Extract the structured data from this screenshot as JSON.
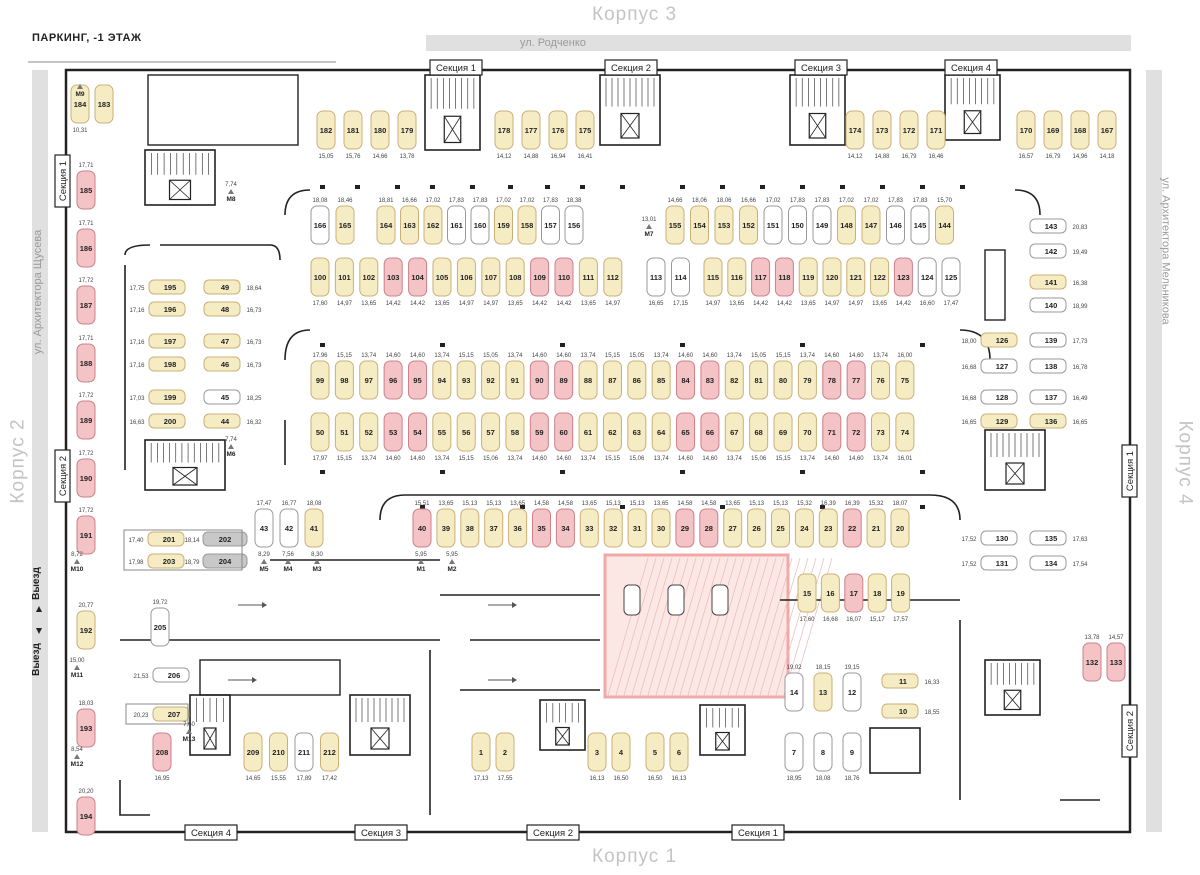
{
  "title": "ПАРКИНГ, -1 ЭТАЖ",
  "buildings": {
    "top": "Корпус 3",
    "bottom": "Корпус 1",
    "left": "Корпус 2",
    "right": "Корпус 4"
  },
  "streets": {
    "top": "ул. Родченко",
    "left": "ул. Архитектора Щусева",
    "right": "ул. Архитектора Мельникова"
  },
  "entry_labels": {
    "exit": "Выезд",
    "entry": "Выезд"
  },
  "sections": [
    "Секция 1",
    "Секция 2",
    "Секция 3",
    "Секция 4",
    "Секция 1",
    "Секция 2",
    "Секция 1",
    "Секция 2",
    "Секция 4",
    "Секция 3",
    "Секция 2",
    "Секция 1"
  ],
  "colors": {
    "standard": "#f6ecc4",
    "standard_stroke": "#c9b078",
    "premium": "#f3c3c6",
    "premium_stroke": "#cc8088",
    "sold": "#ffffff",
    "sold_stroke": "#9a9a9a",
    "dark": "#c8c8c8",
    "wall": "#222222"
  },
  "spots": [
    {
      "n": "184",
      "a": "10,31",
      "s": "std"
    },
    {
      "n": "183",
      "a": "",
      "s": "std"
    },
    {
      "n": "182",
      "a": "15,05",
      "s": "std"
    },
    {
      "n": "181",
      "a": "15,76",
      "s": "std"
    },
    {
      "n": "180",
      "a": "14,66",
      "s": "std"
    },
    {
      "n": "179",
      "a": "13,78",
      "s": "std"
    },
    {
      "n": "178",
      "a": "14,12",
      "s": "std"
    },
    {
      "n": "177",
      "a": "14,88",
      "s": "std"
    },
    {
      "n": "176",
      "a": "16,94",
      "s": "std"
    },
    {
      "n": "175",
      "a": "16,41",
      "s": "std"
    },
    {
      "n": "174",
      "a": "14,12",
      "s": "std"
    },
    {
      "n": "173",
      "a": "14,88",
      "s": "std"
    },
    {
      "n": "172",
      "a": "16,79",
      "s": "std"
    },
    {
      "n": "171",
      "a": "16,46",
      "s": "std"
    },
    {
      "n": "170",
      "a": "16,57",
      "s": "std"
    },
    {
      "n": "169",
      "a": "16,79",
      "s": "std"
    },
    {
      "n": "168",
      "a": "14,96",
      "s": "std"
    },
    {
      "n": "167",
      "a": "14,18",
      "s": "std"
    },
    {
      "n": "185",
      "a": "17,71",
      "s": "prm"
    },
    {
      "n": "186",
      "a": "17,71",
      "s": "prm"
    },
    {
      "n": "187",
      "a": "17,72",
      "s": "prm"
    },
    {
      "n": "188",
      "a": "17,71",
      "s": "prm"
    },
    {
      "n": "189",
      "a": "17,72",
      "s": "prm"
    },
    {
      "n": "190",
      "a": "17,72",
      "s": "prm"
    },
    {
      "n": "191",
      "a": "17,72",
      "s": "prm"
    },
    {
      "n": "192",
      "a": "20,77",
      "s": "std"
    },
    {
      "n": "193",
      "a": "18,03",
      "s": "prm"
    },
    {
      "n": "194",
      "a": "20,20",
      "s": "prm"
    },
    {
      "n": "166",
      "a": "18,08",
      "s": "sold"
    },
    {
      "n": "165",
      "a": "18,46",
      "s": "std"
    },
    {
      "n": "164",
      "a": "18,81",
      "s": "std"
    },
    {
      "n": "163",
      "a": "16,66",
      "s": "std"
    },
    {
      "n": "162",
      "a": "17,02",
      "s": "std"
    },
    {
      "n": "161",
      "a": "17,83",
      "s": "sold"
    },
    {
      "n": "160",
      "a": "17,83",
      "s": "sold"
    },
    {
      "n": "159",
      "a": "17,02",
      "s": "std"
    },
    {
      "n": "158",
      "a": "17,02",
      "s": "std"
    },
    {
      "n": "157",
      "a": "17,83",
      "s": "sold"
    },
    {
      "n": "156",
      "a": "18,38",
      "s": "sold"
    },
    {
      "n": "155",
      "a": "14,66",
      "s": "std"
    },
    {
      "n": "154",
      "a": "18,06",
      "s": "std"
    },
    {
      "n": "153",
      "a": "18,06",
      "s": "std"
    },
    {
      "n": "152",
      "a": "16,66",
      "s": "std"
    },
    {
      "n": "151",
      "a": "17,02",
      "s": "sold"
    },
    {
      "n": "150",
      "a": "17,83",
      "s": "sold"
    },
    {
      "n": "149",
      "a": "17,83",
      "s": "sold"
    },
    {
      "n": "148",
      "a": "17,02",
      "s": "std"
    },
    {
      "n": "147",
      "a": "17,02",
      "s": "std"
    },
    {
      "n": "146",
      "a": "17,83",
      "s": "sold"
    },
    {
      "n": "145",
      "a": "17,83",
      "s": "sold"
    },
    {
      "n": "144",
      "a": "15,70",
      "s": "std"
    },
    {
      "n": "100",
      "a": "17,60",
      "s": "std"
    },
    {
      "n": "101",
      "a": "14,97",
      "s": "std"
    },
    {
      "n": "102",
      "a": "13,65",
      "s": "std"
    },
    {
      "n": "103",
      "a": "14,42",
      "s": "prm"
    },
    {
      "n": "104",
      "a": "14,42",
      "s": "prm"
    },
    {
      "n": "105",
      "a": "13,65",
      "s": "std"
    },
    {
      "n": "106",
      "a": "14,97",
      "s": "std"
    },
    {
      "n": "107",
      "a": "14,97",
      "s": "std"
    },
    {
      "n": "108",
      "a": "13,65",
      "s": "std"
    },
    {
      "n": "109",
      "a": "14,42",
      "s": "prm"
    },
    {
      "n": "110",
      "a": "14,42",
      "s": "prm"
    },
    {
      "n": "111",
      "a": "13,65",
      "s": "std"
    },
    {
      "n": "112",
      "a": "14,97",
      "s": "std"
    },
    {
      "n": "113",
      "a": "16,65",
      "s": "sold"
    },
    {
      "n": "114",
      "a": "17,15",
      "s": "sold"
    },
    {
      "n": "115",
      "a": "14,97",
      "s": "std"
    },
    {
      "n": "116",
      "a": "13,65",
      "s": "std"
    },
    {
      "n": "117",
      "a": "14,42",
      "s": "prm"
    },
    {
      "n": "118",
      "a": "14,42",
      "s": "prm"
    },
    {
      "n": "119",
      "a": "13,65",
      "s": "std"
    },
    {
      "n": "120",
      "a": "14,97",
      "s": "std"
    },
    {
      "n": "121",
      "a": "14,97",
      "s": "std"
    },
    {
      "n": "122",
      "a": "13,65",
      "s": "std"
    },
    {
      "n": "123",
      "a": "14,42",
      "s": "prm"
    },
    {
      "n": "124",
      "a": "16,60",
      "s": "sold"
    },
    {
      "n": "125",
      "a": "17,47",
      "s": "sold"
    },
    {
      "n": "143",
      "a": "20,83",
      "s": "sold"
    },
    {
      "n": "142",
      "a": "19,49",
      "s": "sold"
    },
    {
      "n": "141",
      "a": "16,38",
      "s": "std"
    },
    {
      "n": "140",
      "a": "18,99",
      "s": "sold"
    },
    {
      "n": "195",
      "a": "17,75",
      "s": "std"
    },
    {
      "n": "196",
      "a": "17,16",
      "s": "std"
    },
    {
      "n": "197",
      "a": "17,16",
      "s": "std"
    },
    {
      "n": "198",
      "a": "17,16",
      "s": "std"
    },
    {
      "n": "199",
      "a": "17,03",
      "s": "std"
    },
    {
      "n": "200",
      "a": "16,63",
      "s": "std"
    },
    {
      "n": "49",
      "a": "18,64",
      "s": "std"
    },
    {
      "n": "48",
      "a": "16,73",
      "s": "std"
    },
    {
      "n": "47",
      "a": "16,73",
      "s": "std"
    },
    {
      "n": "46",
      "a": "16,73",
      "s": "std"
    },
    {
      "n": "45",
      "a": "18,25",
      "s": "sold"
    },
    {
      "n": "44",
      "a": "16,32",
      "s": "std"
    },
    {
      "n": "99",
      "a": "17,96",
      "s": "std"
    },
    {
      "n": "98",
      "a": "15,15",
      "s": "std"
    },
    {
      "n": "97",
      "a": "13,74",
      "s": "std"
    },
    {
      "n": "96",
      "a": "14,60",
      "s": "prm"
    },
    {
      "n": "95",
      "a": "14,60",
      "s": "prm"
    },
    {
      "n": "94",
      "a": "13,74",
      "s": "std"
    },
    {
      "n": "93",
      "a": "15,15",
      "s": "std"
    },
    {
      "n": "92",
      "a": "15,05",
      "s": "std"
    },
    {
      "n": "91",
      "a": "13,74",
      "s": "std"
    },
    {
      "n": "90",
      "a": "14,60",
      "s": "prm"
    },
    {
      "n": "89",
      "a": "14,60",
      "s": "prm"
    },
    {
      "n": "88",
      "a": "13,74",
      "s": "std"
    },
    {
      "n": "87",
      "a": "15,15",
      "s": "std"
    },
    {
      "n": "86",
      "a": "15,05",
      "s": "std"
    },
    {
      "n": "85",
      "a": "13,74",
      "s": "std"
    },
    {
      "n": "84",
      "a": "14,60",
      "s": "prm"
    },
    {
      "n": "83",
      "a": "14,60",
      "s": "prm"
    },
    {
      "n": "82",
      "a": "13,74",
      "s": "std"
    },
    {
      "n": "81",
      "a": "15,05",
      "s": "std"
    },
    {
      "n": "80",
      "a": "15,15",
      "s": "std"
    },
    {
      "n": "79",
      "a": "13,74",
      "s": "std"
    },
    {
      "n": "78",
      "a": "14,60",
      "s": "prm"
    },
    {
      "n": "77",
      "a": "14,60",
      "s": "prm"
    },
    {
      "n": "76",
      "a": "13,74",
      "s": "std"
    },
    {
      "n": "75",
      "a": "16,00",
      "s": "std"
    },
    {
      "n": "50",
      "a": "17,97",
      "s": "std"
    },
    {
      "n": "51",
      "a": "15,15",
      "s": "std"
    },
    {
      "n": "52",
      "a": "13,74",
      "s": "std"
    },
    {
      "n": "53",
      "a": "14,60",
      "s": "prm"
    },
    {
      "n": "54",
      "a": "14,60",
      "s": "prm"
    },
    {
      "n": "55",
      "a": "13,74",
      "s": "std"
    },
    {
      "n": "56",
      "a": "15,15",
      "s": "std"
    },
    {
      "n": "57",
      "a": "15,06",
      "s": "std"
    },
    {
      "n": "58",
      "a": "13,74",
      "s": "std"
    },
    {
      "n": "59",
      "a": "14,60",
      "s": "prm"
    },
    {
      "n": "60",
      "a": "14,60",
      "s": "prm"
    },
    {
      "n": "61",
      "a": "13,74",
      "s": "std"
    },
    {
      "n": "62",
      "a": "15,15",
      "s": "std"
    },
    {
      "n": "63",
      "a": "15,06",
      "s": "std"
    },
    {
      "n": "64",
      "a": "13,74",
      "s": "std"
    },
    {
      "n": "65",
      "a": "14,60",
      "s": "prm"
    },
    {
      "n": "66",
      "a": "14,60",
      "s": "prm"
    },
    {
      "n": "67",
      "a": "13,74",
      "s": "std"
    },
    {
      "n": "68",
      "a": "15,06",
      "s": "std"
    },
    {
      "n": "69",
      "a": "15,15",
      "s": "std"
    },
    {
      "n": "70",
      "a": "13,74",
      "s": "std"
    },
    {
      "n": "71",
      "a": "14,60",
      "s": "prm"
    },
    {
      "n": "72",
      "a": "14,60",
      "s": "prm"
    },
    {
      "n": "73",
      "a": "13,74",
      "s": "std"
    },
    {
      "n": "74",
      "a": "16,01",
      "s": "std"
    },
    {
      "n": "126",
      "a": "18,00",
      "s": "std"
    },
    {
      "n": "127",
      "a": "16,68",
      "s": "sold"
    },
    {
      "n": "128",
      "a": "16,68",
      "s": "sold"
    },
    {
      "n": "129",
      "a": "16,65",
      "s": "std"
    },
    {
      "n": "139",
      "a": "17,73",
      "s": "sold"
    },
    {
      "n": "138",
      "a": "16,78",
      "s": "sold"
    },
    {
      "n": "137",
      "a": "16,49",
      "s": "sold"
    },
    {
      "n": "136",
      "a": "16,65",
      "s": "std"
    },
    {
      "n": "43",
      "a": "17,47",
      "s": "sold"
    },
    {
      "n": "42",
      "a": "16,77",
      "s": "sold"
    },
    {
      "n": "41",
      "a": "18,08",
      "s": "std"
    },
    {
      "n": "40",
      "a": "15,51",
      "s": "prm"
    },
    {
      "n": "39",
      "a": "13,65",
      "s": "std"
    },
    {
      "n": "38",
      "a": "15,13",
      "s": "std"
    },
    {
      "n": "37",
      "a": "15,13",
      "s": "std"
    },
    {
      "n": "36",
      "a": "13,65",
      "s": "std"
    },
    {
      "n": "35",
      "a": "14,58",
      "s": "prm"
    },
    {
      "n": "34",
      "a": "14,58",
      "s": "prm"
    },
    {
      "n": "33",
      "a": "13,65",
      "s": "std"
    },
    {
      "n": "32",
      "a": "15,13",
      "s": "std"
    },
    {
      "n": "31",
      "a": "15,13",
      "s": "std"
    },
    {
      "n": "30",
      "a": "13,65",
      "s": "std"
    },
    {
      "n": "29",
      "a": "14,58",
      "s": "prm"
    },
    {
      "n": "28",
      "a": "14,58",
      "s": "prm"
    },
    {
      "n": "27",
      "a": "13,65",
      "s": "std"
    },
    {
      "n": "26",
      "a": "15,13",
      "s": "std"
    },
    {
      "n": "25",
      "a": "15,13",
      "s": "std"
    },
    {
      "n": "24",
      "a": "15,32",
      "s": "std"
    },
    {
      "n": "23",
      "a": "16,39",
      "s": "std"
    },
    {
      "n": "22",
      "a": "16,39",
      "s": "prm"
    },
    {
      "n": "21",
      "a": "15,32",
      "s": "std"
    },
    {
      "n": "20",
      "a": "18,07",
      "s": "std"
    },
    {
      "n": "201",
      "a": "17,40",
      "s": "std"
    },
    {
      "n": "202",
      "a": "18,14",
      "s": "dark"
    },
    {
      "n": "203",
      "a": "17,98",
      "s": "std"
    },
    {
      "n": "204",
      "a": "18,79",
      "s": "dark"
    },
    {
      "n": "130",
      "a": "17,52",
      "s": "sold"
    },
    {
      "n": "131",
      "a": "17,52",
      "s": "sold"
    },
    {
      "n": "135",
      "a": "17,63",
      "s": "sold"
    },
    {
      "n": "134",
      "a": "17,54",
      "s": "sold"
    },
    {
      "n": "15",
      "a": "17,60",
      "s": "std"
    },
    {
      "n": "16",
      "a": "16,68",
      "s": "std"
    },
    {
      "n": "17",
      "a": "16,07",
      "s": "prm"
    },
    {
      "n": "18",
      "a": "15,17",
      "s": "std"
    },
    {
      "n": "19",
      "a": "17,57",
      "s": "std"
    },
    {
      "n": "205",
      "a": "19,72",
      "s": "sold"
    },
    {
      "n": "206",
      "a": "21,53",
      "s": "sold"
    },
    {
      "n": "207",
      "a": "20,23",
      "s": "std"
    },
    {
      "n": "208",
      "a": "16,95",
      "s": "prm"
    },
    {
      "n": "209",
      "a": "14,65",
      "s": "std"
    },
    {
      "n": "210",
      "a": "15,55",
      "s": "std"
    },
    {
      "n": "211",
      "a": "17,89",
      "s": "sold"
    },
    {
      "n": "212",
      "a": "17,42",
      "s": "std"
    },
    {
      "n": "1",
      "a": "17,13",
      "s": "std"
    },
    {
      "n": "2",
      "a": "17,55",
      "s": "std"
    },
    {
      "n": "3",
      "a": "16,13",
      "s": "std"
    },
    {
      "n": "4",
      "a": "16,50",
      "s": "std"
    },
    {
      "n": "5",
      "a": "16,50",
      "s": "std"
    },
    {
      "n": "6",
      "a": "16,13",
      "s": "std"
    },
    {
      "n": "14",
      "a": "19,02",
      "s": "sold"
    },
    {
      "n": "13",
      "a": "18,15",
      "s": "std"
    },
    {
      "n": "12",
      "a": "19,15",
      "s": "sold"
    },
    {
      "n": "11",
      "a": "16,33",
      "s": "std"
    },
    {
      "n": "10",
      "a": "18,55",
      "s": "std"
    },
    {
      "n": "7",
      "a": "18,95",
      "s": "sold"
    },
    {
      "n": "8",
      "a": "18,08",
      "s": "sold"
    },
    {
      "n": "9",
      "a": "18,76",
      "s": "sold"
    },
    {
      "n": "132",
      "a": "13,78",
      "s": "prm"
    },
    {
      "n": "133",
      "a": "14,57",
      "s": "prm"
    }
  ],
  "moto": [
    {
      "n": "M9",
      "a": ""
    },
    {
      "n": "M8",
      "a": "7,74"
    },
    {
      "n": "M7",
      "a": "13,01"
    },
    {
      "n": "M6",
      "a": "7,74"
    },
    {
      "n": "M5",
      "a": "8,29"
    },
    {
      "n": "M4",
      "a": "7,56"
    },
    {
      "n": "M3",
      "a": "8,30"
    },
    {
      "n": "M1",
      "a": "5,95"
    },
    {
      "n": "M2",
      "a": "5,95"
    },
    {
      "n": "M10",
      "a": "8,72"
    },
    {
      "n": "M11",
      "a": "15,00"
    },
    {
      "n": "M12",
      "a": "8,54"
    },
    {
      "n": "M13",
      "a": "7,60"
    }
  ]
}
